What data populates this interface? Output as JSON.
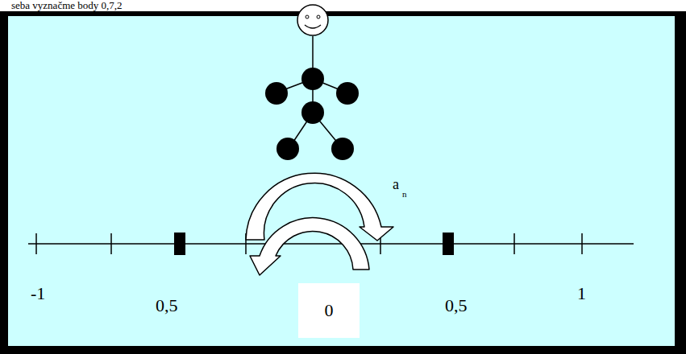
{
  "diagram": {
    "nodes": [
      {
        "text": [
          "0"
        ]
      }
    ],
    "labels": [
      "seba vyznačme body 0,7,2",
      "-1",
      "0,5",
      "0,5",
      "1",
      "a",
      "n"
    ]
  }
}
